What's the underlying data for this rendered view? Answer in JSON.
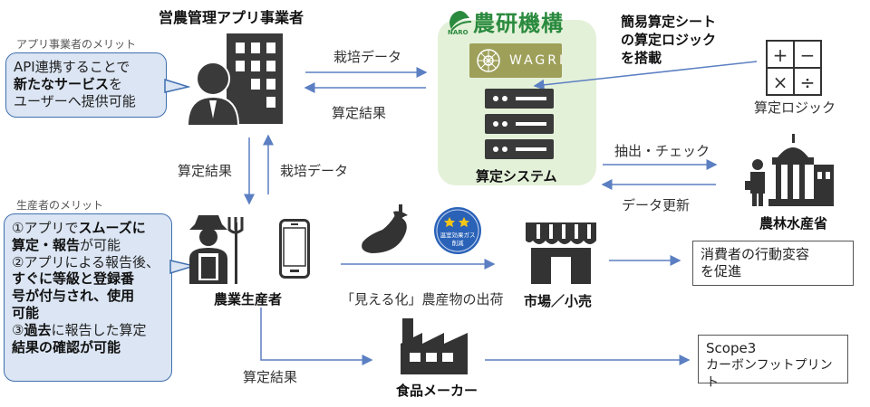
{
  "nodes": {
    "operator_title": "営農管理アプリ事業者",
    "naro_logo": "農研機構",
    "naro_small": "NARO",
    "wagri": "WAGRI",
    "system_label": "算定システム",
    "calc_note": [
      "簡易算定シート",
      "の算定ロジック",
      "を搭載"
    ],
    "calc_logic_label": "算定ロジック",
    "ministry_label": "農林水産省",
    "farmer_label": "農業生産者",
    "market_label": "市場／小売",
    "food_maker_label": "食品メーカー",
    "badge_line1": "温室効果ガス",
    "badge_line2": "削減"
  },
  "edges": {
    "cultivation_data_top": "栽培データ",
    "calc_result_top": "算定結果",
    "calc_result_left": "算定結果",
    "cultivation_data_mid": "栽培データ",
    "extract_check": "抽出・チェック",
    "data_update": "データ更新",
    "visualized_shipment": "「見える化」農産物の出荷",
    "calc_result_bottom": "算定結果"
  },
  "operator_merit": {
    "heading": "アプリ事業者のメリット",
    "line1": "API連携することで",
    "line2_bold": "新たなサービス",
    "line2_rest": "を",
    "line3": "ユーザーへ提供可能"
  },
  "producer_merit": {
    "heading": "生産者のメリット",
    "item1_a": "①アプリで",
    "item1_b": "スムーズに",
    "item1_c": "算定・報告",
    "item1_d": "が可能",
    "item2_a": "②アプリによる報告後、",
    "item2_b": "すぐに等級と登録番",
    "item2_c": "号が付与され、使用",
    "item2_d": "可能",
    "item3_a": "③",
    "item3_b": "過去",
    "item3_c": "に報告した算定",
    "item3_d": "結果の確認が可能"
  },
  "outcomes": {
    "consumer_line1": "消費者の行動変容",
    "consumer_line2": "を促進",
    "scope_line1": "Scope3",
    "scope_line2": "カーボンフットプリント"
  },
  "icons": {
    "math": [
      "+",
      "−",
      "×",
      "÷"
    ]
  }
}
